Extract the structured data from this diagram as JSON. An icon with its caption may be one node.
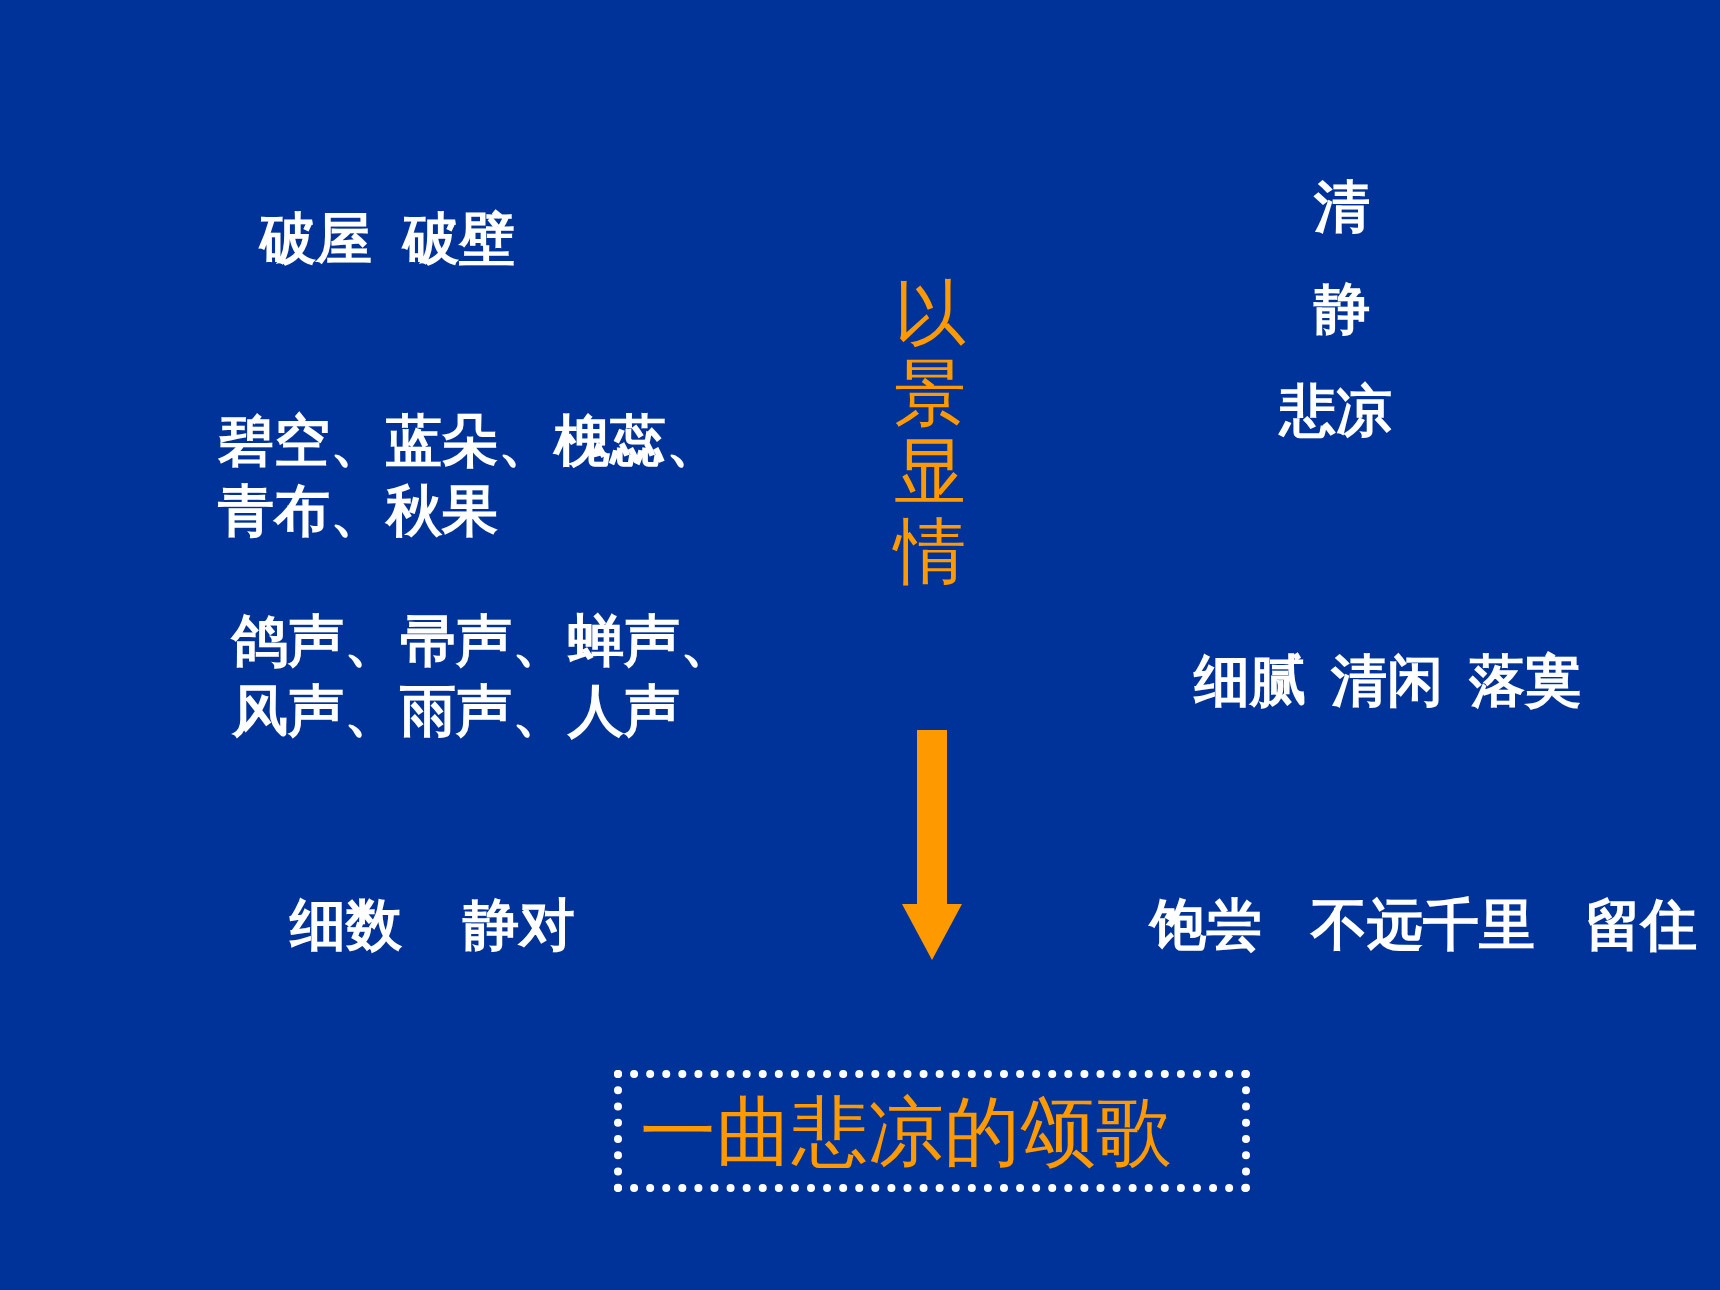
{
  "diagram": {
    "nodes": [
      {
        "text": [
          "以景显情"
        ]
      },
      {
        "text": [
          "一曲悲凉的颂歌"
        ]
      }
    ],
    "labels": [
      "破屋 破壁",
      "清",
      "静",
      "悲凉",
      "碧空、蓝朵、槐蕊、青布、秋果",
      "鸽声、帚声、蝉声、风声、雨声、人声",
      "细腻 清闲 落寞",
      "细数 静对",
      "饱尝 不远千里 留住"
    ]
  }
}
